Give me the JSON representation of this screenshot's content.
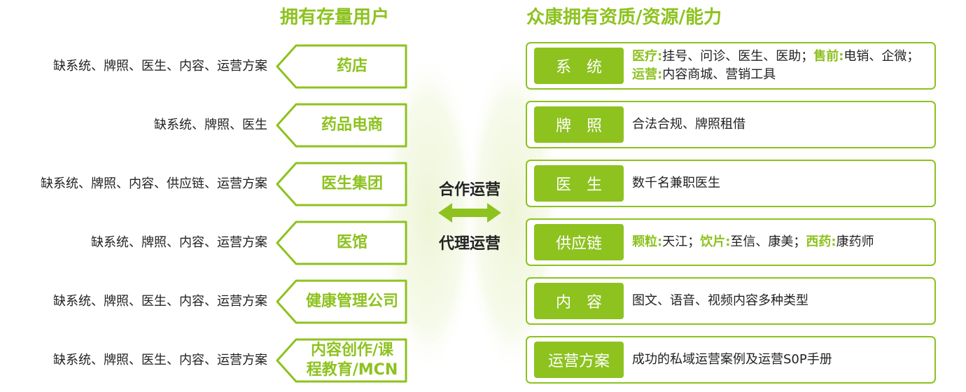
{
  "left_title": "拥有存量用户",
  "right_title": "众康拥有资质/资源/能力",
  "center": {
    "top": "合作运营",
    "bottom": "代理运营"
  },
  "left_rows": [
    {
      "need": "缺系统、牌照、医生、内容、运营方案",
      "tag": "药店"
    },
    {
      "need": "缺系统、牌照、医生",
      "tag": "药品电商"
    },
    {
      "need": "缺系统、牌照、内容、供应链、运营方案",
      "tag": "医生集团"
    },
    {
      "need": "缺系统、牌照、内容、运营方案",
      "tag": "医馆"
    },
    {
      "need": "缺系统、牌照、医生、内容、运营方案",
      "tag": "健康管理公司"
    },
    {
      "need": "缺系统、牌照、医生、内容、运营方案",
      "tag_line1": "内容创作/课",
      "tag_line2": "程教育/MCN"
    }
  ],
  "right_rows": [
    {
      "chip": "系　统",
      "l1_k1": "医疗:",
      "l1_v1": "挂号、问诊、医生、医助；",
      "l1_k2": "售前:",
      "l1_v2": "电销、企微；",
      "l2_k1": "运营:",
      "l2_v1": "内容商城、营销工具"
    },
    {
      "chip": "牌　照",
      "desc": "合法合规、牌照租借"
    },
    {
      "chip": "医　生",
      "desc": "数千名兼职医生"
    },
    {
      "chip": "供应链",
      "k1": "颗粒:",
      "v1": "天江；",
      "k2": "饮片:",
      "v2": "至信、康美；",
      "k3": "西药:",
      "v3": "康药师"
    },
    {
      "chip": "内　容",
      "desc": "图文、语音、视频内容多种类型"
    },
    {
      "chip": "运营方案",
      "desc": "成功的私域运营案例及运营S0P手册"
    }
  ],
  "colors": {
    "accent": "#8dc21f",
    "text": "#222222",
    "glow": "#eef5d6"
  },
  "icons": {
    "center_arrow": "double-arrow-icon"
  }
}
